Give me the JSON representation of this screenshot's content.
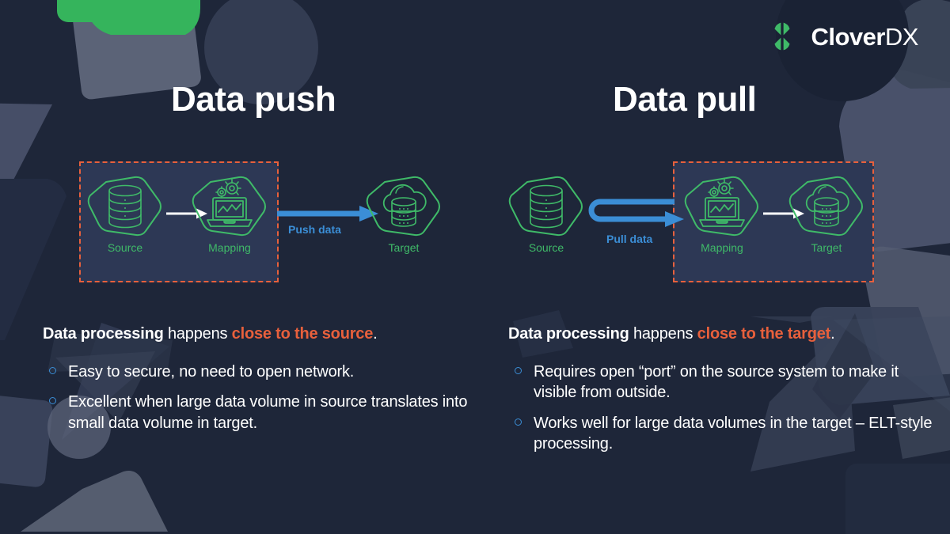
{
  "slide": {
    "background_color": "#1e2639",
    "accent_green": "#3fba68",
    "accent_orange": "#e8603c",
    "accent_blue": "#3b8ed6",
    "panel_color": "#2d3855"
  },
  "brand": {
    "logo_icon": "clover-logo-icon",
    "name_bold": "Clover",
    "name_light": "DX"
  },
  "columns": [
    {
      "id": "push",
      "title": "Data push",
      "diagram": {
        "boundary_label": "processing-zone-dashed-boundary",
        "nodes": [
          {
            "id": "source",
            "label": "Source",
            "icon": "database-icon"
          },
          {
            "id": "mapping",
            "label": "Mapping",
            "icon": "laptop-gear-icon"
          },
          {
            "id": "target",
            "label": "Target",
            "icon": "cloud-database-icon"
          }
        ],
        "connectors": [
          {
            "id": "source-to-mapping",
            "label": "",
            "style": "white-arrow"
          },
          {
            "id": "mapping-to-target",
            "label": "Push data",
            "style": "blue-arrow"
          }
        ]
      },
      "lede": {
        "bold": "Data processing",
        "middle": " happens ",
        "accent": "close to the source",
        "end": "."
      },
      "bullets": [
        "Easy to secure, no need to open network.",
        "Excellent when large data volume in source translates into small data volume in target."
      ]
    },
    {
      "id": "pull",
      "title": "Data pull",
      "diagram": {
        "boundary_label": "processing-zone-dashed-boundary",
        "nodes": [
          {
            "id": "source",
            "label": "Source",
            "icon": "database-icon"
          },
          {
            "id": "mapping",
            "label": "Mapping",
            "icon": "laptop-gear-icon"
          },
          {
            "id": "target",
            "label": "Target",
            "icon": "cloud-database-icon"
          }
        ],
        "connectors": [
          {
            "id": "target-pulls-source",
            "label": "Pull data",
            "style": "blue-uturn-arrow"
          },
          {
            "id": "mapping-to-target",
            "label": "",
            "style": "white-arrow"
          }
        ]
      },
      "lede": {
        "bold": "Data processing",
        "middle": " happens ",
        "accent": "close to the target",
        "end": "."
      },
      "bullets": [
        "Requires open “port” on the source system to make it visible from outside.",
        "Works well for large data volumes in the target – ELT-style processing."
      ]
    }
  ]
}
